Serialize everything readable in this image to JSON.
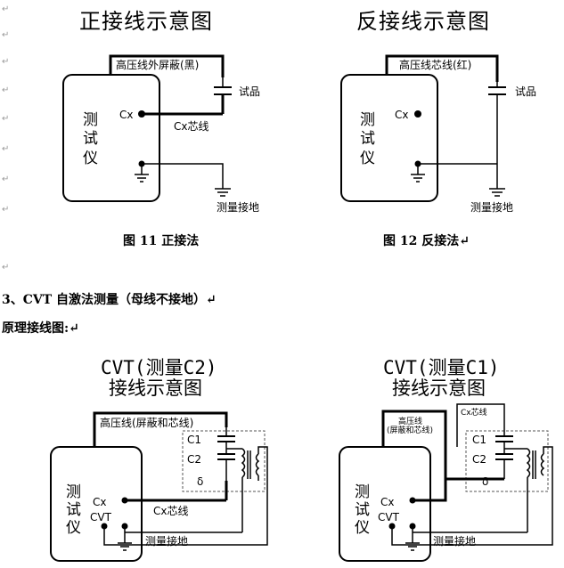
{
  "fig11": {
    "title": "正接线示意图",
    "shield_label": "高压线外屏蔽(黑)",
    "sample_label": "试品",
    "cx_label": "Cx",
    "core_label": "Cx芯线",
    "instrument": [
      "测",
      "试",
      "仪"
    ],
    "ground_label": "测量接地",
    "caption": "图 11  正接法"
  },
  "fig12": {
    "title": "反接线示意图",
    "core_label": "高压线芯线(红)",
    "sample_label": "试品",
    "cx_label": "Cx",
    "instrument": [
      "测",
      "试",
      "仪"
    ],
    "ground_label": "测量接地",
    "caption": "图 12    反接法↵"
  },
  "section3": {
    "heading": "3、CVT 自激法测量（母线不接地）↵",
    "sub": "原理接线图:↵"
  },
  "cvt_c2": {
    "title_line1": "CVT(测量C2)",
    "title_line2": "接线示意图",
    "hv_label": "高压线(屏蔽和芯线)",
    "c1": "C1",
    "c2": "C2",
    "delta": "δ",
    "cx": "Cx",
    "cvt": "CVT",
    "core_label": "Cx芯线",
    "instrument": [
      "测",
      "试",
      "仪"
    ],
    "ground_label": "测量接地"
  },
  "cvt_c1": {
    "title_line1": "CVT(测量C1)",
    "title_line2": "接线示意图",
    "hv_label_1": "高压线",
    "hv_label_2": "(屏蔽和芯线)",
    "core_label": "Cx芯线",
    "c1": "C1",
    "c2": "C2",
    "delta": "δ",
    "cx": "Cx",
    "cvt": "CVT",
    "instrument": [
      "测",
      "试",
      "仪"
    ],
    "ground_label": "测量接地"
  },
  "para_marks": [
    "↵",
    "↵",
    "↵",
    "↵",
    "↵",
    "↵",
    "↵",
    "↵",
    "↵"
  ],
  "para_mark_single": "↵"
}
